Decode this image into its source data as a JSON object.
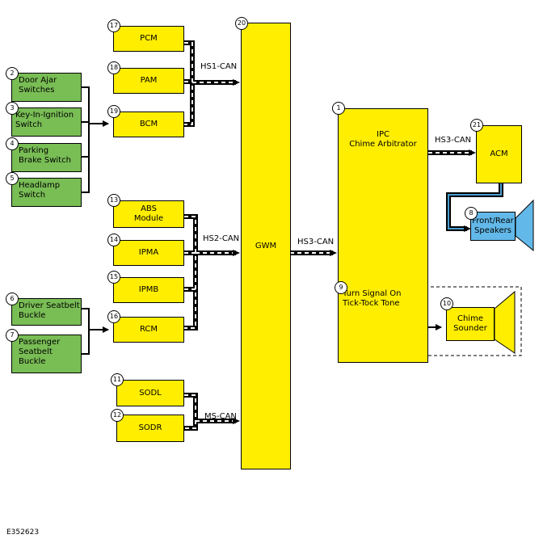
{
  "modules": {
    "pcm": {
      "num": "17",
      "label": "PCM"
    },
    "pam": {
      "num": "18",
      "label": "PAM"
    },
    "bcm": {
      "num": "19",
      "label": "BCM"
    },
    "gwm": {
      "num": "20",
      "label": "GWM"
    },
    "abs": {
      "num": "13",
      "label": "ABS\nModule"
    },
    "ipma": {
      "num": "14",
      "label": "IPMA"
    },
    "ipmb": {
      "num": "15",
      "label": "IPMB"
    },
    "rcm": {
      "num": "16",
      "label": "RCM"
    },
    "sodl": {
      "num": "11",
      "label": "SODL"
    },
    "sodr": {
      "num": "12",
      "label": "SODR"
    },
    "ipc": {
      "num": "1",
      "label": "IPC\nChime Arbitrator"
    },
    "acm": {
      "num": "21",
      "label": "ACM"
    },
    "speakers": {
      "num": "8",
      "label": "Front/Rear\nSpeakers"
    },
    "turn_signal": {
      "num": "9",
      "label": "Turn Signal On\nTick-Tock Tone"
    },
    "chime_sounder": {
      "num": "10",
      "label": "Chime\nSounder"
    }
  },
  "inputs": {
    "door_ajar": {
      "num": "2",
      "label": "Door Ajar\nSwitches"
    },
    "key_in": {
      "num": "3",
      "label": "Key-In-Ignition\nSwitch"
    },
    "parking_brake": {
      "num": "4",
      "label": "Parking\nBrake Switch"
    },
    "headlamp": {
      "num": "5",
      "label": "Headlamp\nSwitch"
    },
    "driver_belt": {
      "num": "6",
      "label": "Driver Seatbelt\nBuckle"
    },
    "pass_belt": {
      "num": "7",
      "label": "Passenger\nSeatbelt\nBuckle"
    }
  },
  "buses": {
    "hs1": "HS1-CAN",
    "hs2": "HS2-CAN",
    "ms": "MS-CAN",
    "hs3_gwm": "HS3-CAN",
    "hs3_acm": "HS3-CAN"
  },
  "figure_ref": "E352623",
  "colors": {
    "module_fill": "#ffee00",
    "switch_fill": "#79bd55",
    "speaker_fill": "#62b8e8"
  }
}
